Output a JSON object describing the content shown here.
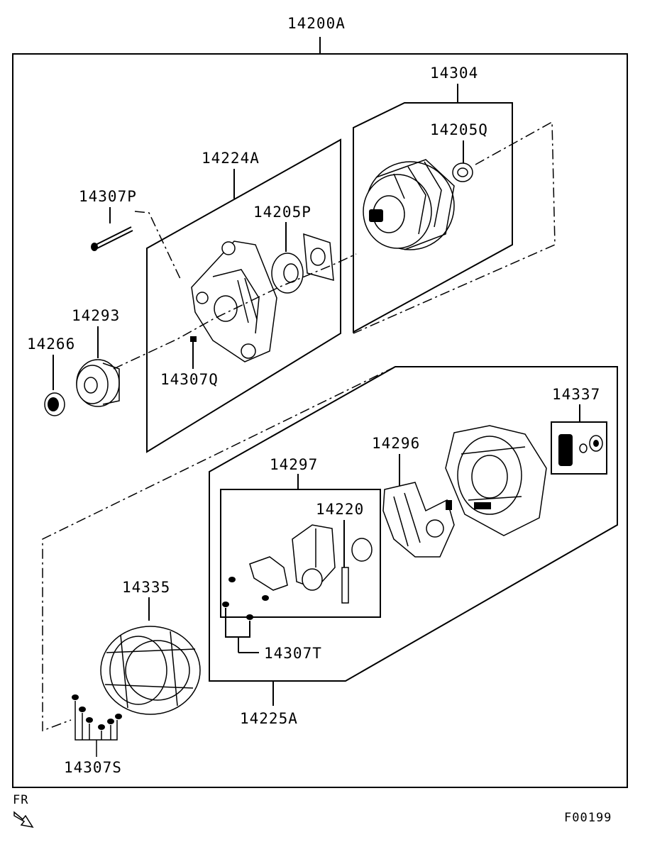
{
  "diagram": {
    "assembly_label": "14200A",
    "labels": {
      "p14304": "14304",
      "p14205Q": "14205Q",
      "p14224A": "14224A",
      "p14307P": "14307P",
      "p14205P": "14205P",
      "p14293": "14293",
      "p14266": "14266",
      "p14307Q": "14307Q",
      "p14337": "14337",
      "p14296": "14296",
      "p14297": "14297",
      "p14220": "14220",
      "p14335": "14335",
      "p14307T": "14307T",
      "p14225A": "14225A",
      "p14307S": "14307S"
    },
    "front_marker": "FR",
    "figure_code": "F00199"
  }
}
